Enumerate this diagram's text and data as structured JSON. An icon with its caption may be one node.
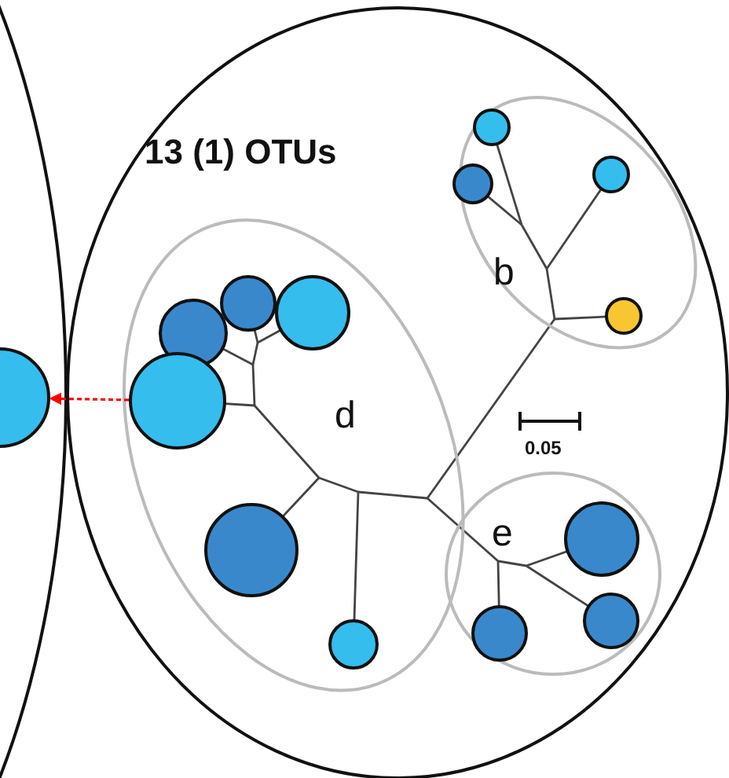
{
  "diagram": {
    "nodes": [
      {
        "text": [],
        "shape": "circle"
      },
      {
        "text": [],
        "shape": "circle",
        "in": 0
      },
      {
        "text": [
          "13 (1) OTUs"
        ]
      },
      {
        "text": [
          "b"
        ],
        "in": 2
      },
      {
        "text": [],
        "shape": "circle",
        "in": 3
      },
      {
        "text": [],
        "shape": "circle",
        "in": 3
      },
      {
        "text": [],
        "shape": "circle",
        "in": 3
      },
      {
        "text": [],
        "shape": "circle",
        "in": 3
      },
      {
        "text": [
          "d"
        ],
        "in": 2
      },
      {
        "text": [],
        "shape": "circle",
        "in": 8
      },
      {
        "text": [],
        "shape": "circle",
        "in": 8
      },
      {
        "text": [],
        "shape": "circle",
        "in": 8
      },
      {
        "text": [],
        "shape": "circle",
        "in": 8
      },
      {
        "text": [],
        "shape": "circle",
        "in": 8
      },
      {
        "text": [],
        "shape": "circle",
        "in": 8
      },
      {
        "text": [
          "e"
        ],
        "in": 2
      },
      {
        "text": [],
        "shape": "circle",
        "in": 15
      },
      {
        "text": [],
        "shape": "circle",
        "in": 15
      },
      {
        "text": [],
        "shape": "circle",
        "in": 15
      }
    ],
    "edges": [
      {
        "from": 12,
        "to": 1,
        "arrow": "to",
        "style": "dashed",
        "color": "#ff0000"
      }
    ],
    "labels": [
      "0.05"
    ]
  }
}
